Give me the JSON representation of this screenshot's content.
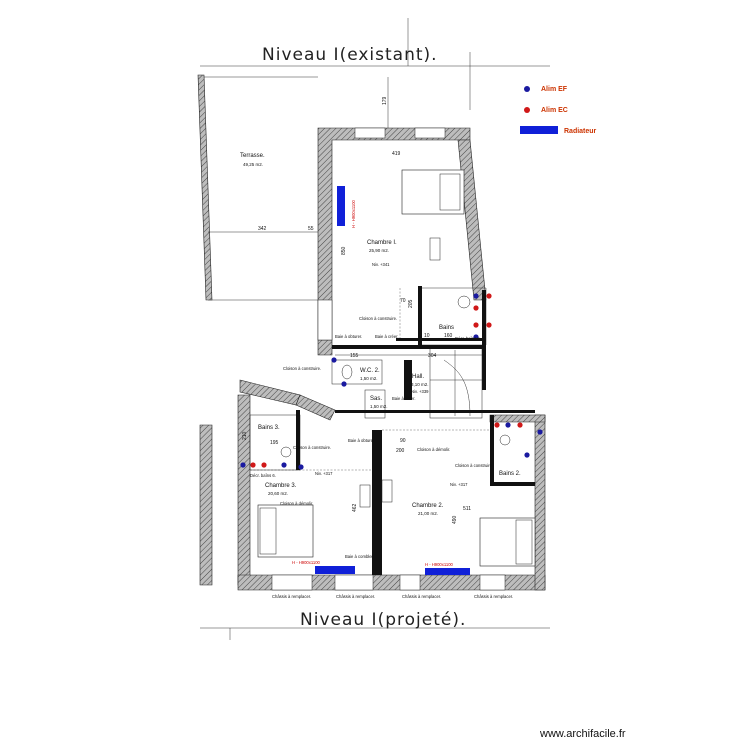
{
  "titles": {
    "top": "Niveau I(existant).",
    "bottom": "Niveau I(projeté)."
  },
  "legend": [
    {
      "label": "Alim EF",
      "color": "#1a1aa0"
    },
    {
      "label": "Alim EC",
      "color": "#d01818"
    },
    {
      "label": "Radiateur",
      "color": "#1020d8"
    }
  ],
  "rooms": {
    "terrasse": {
      "name": "Terrasse.",
      "area": "49,25 m2."
    },
    "chambre1": {
      "name": "Chambre I.",
      "area": "25,90 m2.",
      "level": "Niv. +341"
    },
    "wc2": {
      "name": "W.C. 2.",
      "area": "1,50 m2."
    },
    "hall": {
      "name": "Hall.",
      "area": "3,10 m2.",
      "level": "Niv. +339"
    },
    "sas": {
      "name": "Sas.",
      "area": "1,50 m2."
    },
    "bains1": {
      "name": "Bains"
    },
    "bains2": {
      "name": "Bains 2."
    },
    "bains3": {
      "name": "Bains 3."
    },
    "chambre2": {
      "name": "Chambre 2.",
      "area": "21,00 m2.",
      "level": "Niv. +317"
    },
    "chambre3": {
      "name": "Chambre 3.",
      "area": "20,60 m2.",
      "level": "Niv. +317"
    }
  },
  "dimensions": {
    "d179": "179",
    "d419": "419",
    "d342": "342",
    "d55": "55",
    "d850": "850",
    "d155": "155",
    "d304": "304",
    "d70": "70",
    "d205": "205",
    "d90": "90",
    "d10": "10",
    "d195": "195",
    "d210": "210",
    "d200": "200",
    "d462": "462",
    "d511": "511",
    "d490": "490",
    "d160": "160"
  },
  "radiators": {
    "r1": "H - H900x1100",
    "r2": "H - H900x1100",
    "r3": "H - H900x1100"
  },
  "notes": {
    "cloison_construire": "Cloison à construire.",
    "cloison_demolir": "Cloison à démolir.",
    "baie_obturer": "Baie à obturer.",
    "baie_creer": "Baie à créer.",
    "chassis": "Châssis à remplacer.",
    "decrochement": "Décr. baîns 6.",
    "baie_combler": "Baie à combler."
  },
  "footer": "www.archifacile.fr"
}
